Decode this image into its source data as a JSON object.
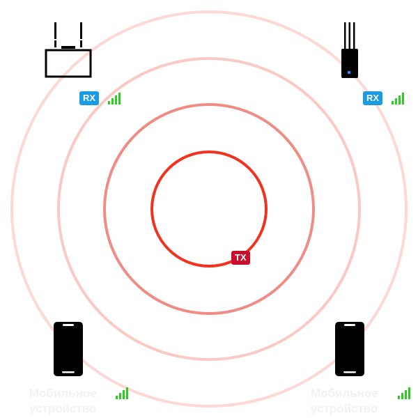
{
  "colors": {
    "ring_inner": "#f0321e",
    "ring_2": "#f08c86",
    "ring_3": "#fbc9c4",
    "ring_outer": "#fdd8d4",
    "rx_badge": "#1a9be6",
    "tx_badge": "#c8102e",
    "signal": "#2ecc1f",
    "device": "#000000",
    "device_led": "#1e8cff",
    "faded_text": "#f2f2f2"
  },
  "transmitter": {
    "label": "",
    "badge": "TX"
  },
  "receivers": [
    {
      "label": "",
      "badge": "RX",
      "icon": "router-icon"
    },
    {
      "label": "",
      "badge": "RX",
      "icon": "access-point-icon"
    }
  ],
  "mobiles": [
    {
      "caption_line1": "Мобильное",
      "caption_line2": "устройство",
      "icon": "smartphone-icon"
    },
    {
      "caption_line1": "Мобильное",
      "caption_line2": "устройство",
      "icon": "smartphone-icon"
    }
  ]
}
